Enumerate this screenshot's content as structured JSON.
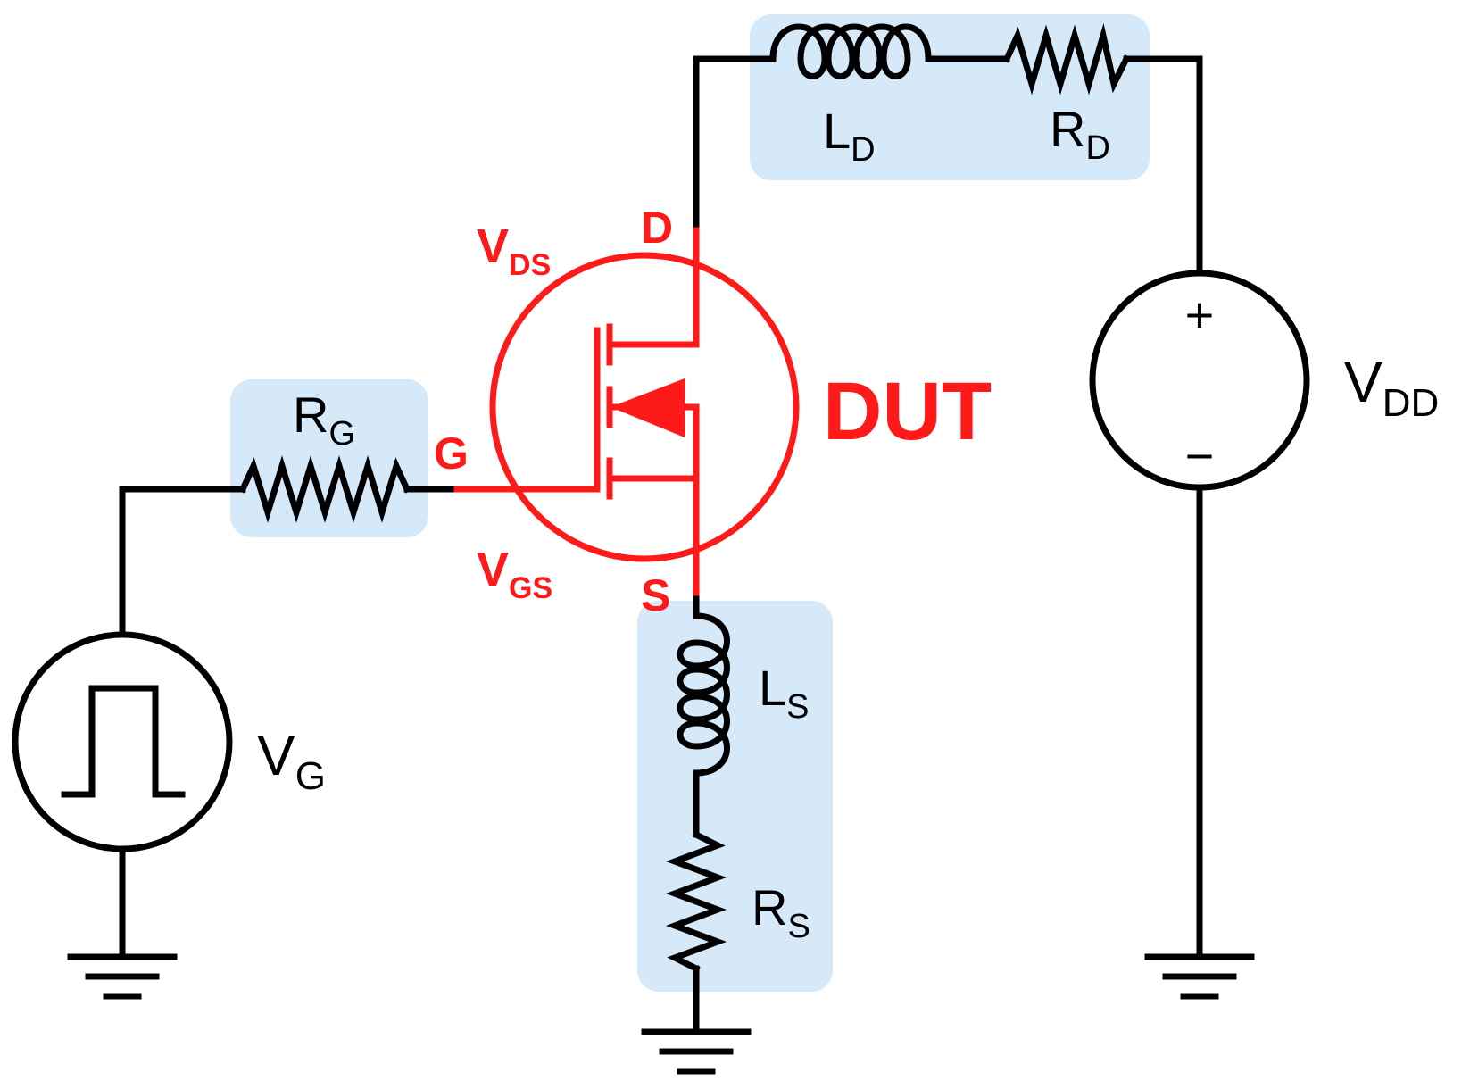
{
  "colors": {
    "wire": "#000000",
    "dut": "#ff1a1a",
    "parasitic_box": "#d6e9f8",
    "background": "#ffffff"
  },
  "labels": {
    "LD": {
      "main": "L",
      "sub": "D"
    },
    "RD": {
      "main": "R",
      "sub": "D"
    },
    "RG": {
      "main": "R",
      "sub": "G"
    },
    "LS": {
      "main": "L",
      "sub": "S"
    },
    "RS": {
      "main": "R",
      "sub": "S"
    },
    "VG": {
      "main": "V",
      "sub": "G"
    },
    "VDD": {
      "main": "V",
      "sub": "DD"
    }
  },
  "dut": {
    "title": "DUT",
    "gate": "G",
    "drain": "D",
    "source": "S",
    "vds": {
      "main": "V",
      "sub": "DS"
    },
    "vgs": {
      "main": "V",
      "sub": "GS"
    }
  },
  "vdd_source": {
    "plus": "+",
    "minus": "−"
  },
  "icons": {
    "ground": "ground-icon",
    "pulse": "square-pulse-icon",
    "resistor": "resistor-icon",
    "inductor": "inductor-icon",
    "mosfet": "mosfet-icon"
  }
}
